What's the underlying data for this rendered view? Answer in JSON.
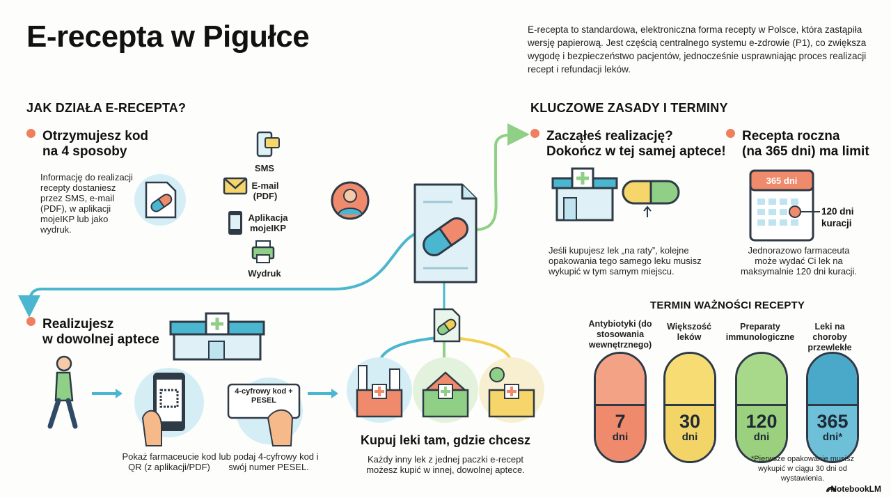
{
  "title": "E-recepta w Pigułce",
  "intro": "E-recepta to standardowa, elektroniczna forma recepty w Polsce, która zastąpiła wersję papierową. Jest częścią centralnego systemu e-zdrowie (P1), co zwiększa wygodę i bezpieczeństwo pacjentów, jednocześnie usprawniając proces realizacji recept i refundacji leków.",
  "left": {
    "heading": "JAK DZIAŁA E-RECEPTA?",
    "step1": {
      "title_l1": "Otrzymujesz kod",
      "title_l2": "na 4 sposoby",
      "body": "Informację do realizacji recepty dostaniesz przez SMS, e-mail (PDF), w aplikacji mojeIKP lub jako wydruk."
    },
    "channels": [
      {
        "label": "SMS",
        "icon": "phone-message-icon"
      },
      {
        "label": "E-mail (PDF)",
        "icon": "envelope-icon"
      },
      {
        "label": "Aplikacja mojeIKP",
        "icon": "app-phone-icon"
      },
      {
        "label": "Wydruk",
        "icon": "printer-icon"
      }
    ],
    "step2": {
      "title_l1": "Realizujesz",
      "title_l2": "w dowolnej aptece"
    },
    "card_text": "4-cyfrowy kod + PESEL",
    "caption_qr": "Pokaż farmaceucie kod QR (z aplikacji/PDF)",
    "caption_pesel": "lub podaj 4-cyfrowy kod i swój numer PESEL.",
    "buy": {
      "title": "Kupuj leki tam, gdzie chcesz",
      "body": "Każdy inny lek z jednej paczki e-recept możesz kupić w innej, dowolnej aptece."
    }
  },
  "right": {
    "heading": "KLUCZOWE ZASADY I TERMINY",
    "rule1": {
      "title_l1": "Zacząłeś realizację?",
      "title_l2": "Dokończ w tej samej aptece!",
      "body": "Jeśli kupujesz lek „na raty”, kolejne opakowania tego samego leku musisz wykupić w tym samym miejscu."
    },
    "rule2": {
      "title_l1": "Recepta roczna",
      "title_l2": "(na 365 dni) ma limit",
      "calendar_label": "365 dni",
      "callout": "120 dni kuracji",
      "body": "Jednorazowo farmaceuta może wydać Ci lek na maksymalnie 120 dni kuracji."
    },
    "validity": {
      "heading": "TERMIN WAŻNOŚCI RECEPTY",
      "items": [
        {
          "label": "Antybiotyki (do stosowania wewnętrznego)",
          "num": "7",
          "unit": "dni",
          "color": "#f08a6c",
          "top": "#f3a285"
        },
        {
          "label": "Większość leków",
          "num": "30",
          "unit": "dni",
          "color": "#f3d567",
          "top": "#f6dc72"
        },
        {
          "label": "Preparaty immunologiczne",
          "num": "120",
          "unit": "dni",
          "color": "#9bd17e",
          "top": "#a8d98b"
        },
        {
          "label": "Leki na choroby przewlekłe",
          "num": "365",
          "unit": "dni*",
          "color": "#6ec0d8",
          "top": "#4aa8c8"
        }
      ],
      "footnote": "*Pierwsze opakowanie musisz wykupić w ciągu 30 dni od wystawienia."
    }
  },
  "brand": "NotebookLM",
  "colors": {
    "accent_dot": "#ef7f5f",
    "flow_teal": "#4bb6cf",
    "flow_green": "#8fcf86",
    "flow_yellow": "#f1cf55"
  }
}
